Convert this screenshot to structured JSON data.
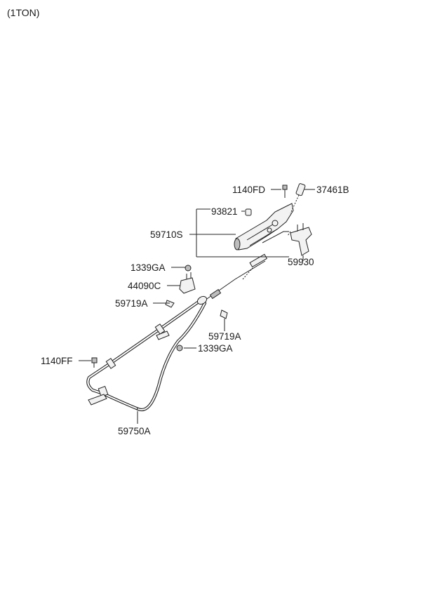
{
  "header": "(1TON)",
  "labels": {
    "p1140FD": "1140FD",
    "p37461B": "37461B",
    "p93821": "93821",
    "p59710S": "59710S",
    "p59930": "59930",
    "p1339GA_top": "1339GA",
    "p44090C": "44090C",
    "p59719A_left": "59719A",
    "p59719A_right": "59719A",
    "p1339GA_mid": "1339GA",
    "p1140FF": "1140FF",
    "p59750A": "59750A"
  }
}
